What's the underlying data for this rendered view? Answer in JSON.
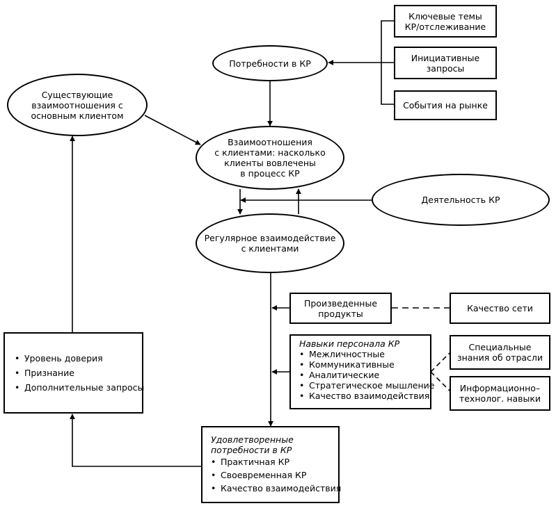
{
  "nodes": {
    "key_topics": [
      "Ключевые темы",
      "КР/отслеживание"
    ],
    "initiative": [
      "Инициативные",
      "запросы"
    ],
    "market_events": "События на рынке",
    "needs": "Потребности в КР",
    "existing": [
      "Существующие",
      "взаимоотношения с",
      "основным клиентом"
    ],
    "relations": [
      "Взаимоотношения",
      "с клиентами: насколько",
      "клиенты вовлечены",
      "в процесс КР"
    ],
    "activity": "Деятельность КР",
    "regular": [
      "Регулярное взаимодействие",
      "с клиентами"
    ],
    "products": [
      "Произведенные",
      "продукты"
    ],
    "network": "Качество сети",
    "skills": {
      "title": "Навыки персонала КР",
      "items": [
        "Межличностные",
        "Коммуникативные",
        "Аналитические",
        "Стратегическое мышление",
        "Качество взаимодействия"
      ]
    },
    "industry": [
      "Специальные",
      "знания об отрасли"
    ],
    "it": [
      "Информационно–",
      "технолог. навыки"
    ],
    "trust": {
      "items": [
        "Уровень доверия",
        "Признание",
        "Дополнительные запросы"
      ]
    },
    "satisfied": {
      "title": [
        "Удовлетворенные",
        "потребности в КР"
      ],
      "items": [
        "Практичная КР",
        "Своевременная КР",
        "Качество взаимодействия"
      ]
    }
  }
}
